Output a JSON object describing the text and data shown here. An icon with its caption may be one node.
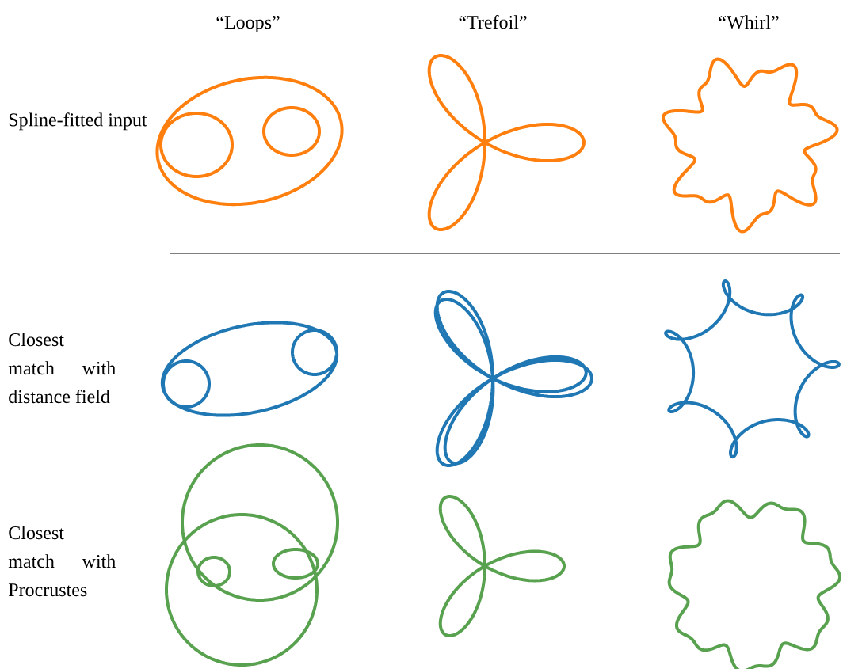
{
  "diagram": {
    "labels": [
      "“Loops”",
      "“Trefoil”",
      "“Whirl”",
      "Spline-fitted input",
      "Closest match with distance field",
      "Closest match with Procrustes"
    ]
  }
}
